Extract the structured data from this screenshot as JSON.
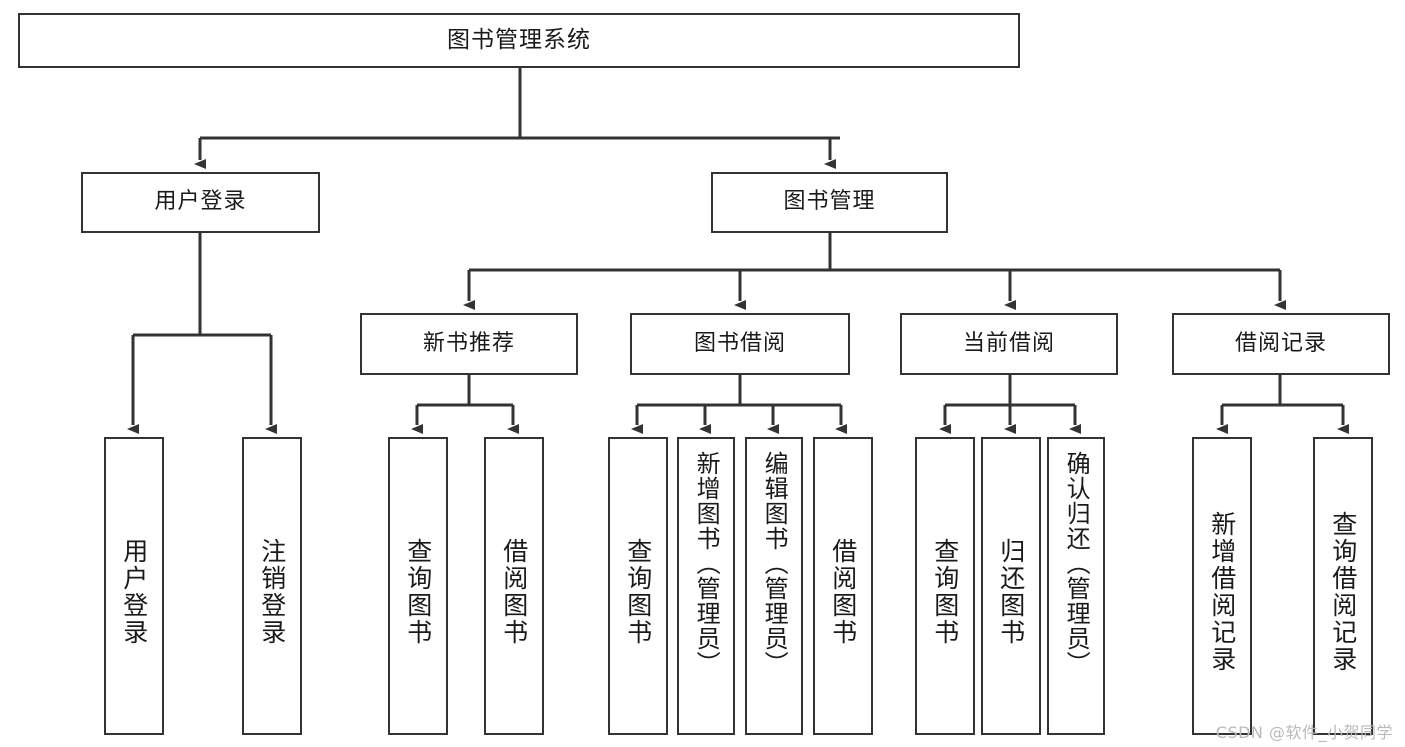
{
  "diagram": {
    "title_node": {
      "label": "图书管理系统"
    },
    "level2": [
      {
        "id": "user-login",
        "label": "用户登录"
      },
      {
        "id": "book-management",
        "label": "图书管理"
      }
    ],
    "level3": [
      {
        "id": "new-book-recommend",
        "label": "新书推荐"
      },
      {
        "id": "book-borrow",
        "label": "图书借阅"
      },
      {
        "id": "current-borrow",
        "label": "当前借阅"
      },
      {
        "id": "borrow-record",
        "label": "借阅记录"
      }
    ],
    "leaves": [
      {
        "id": "user-login-leaf",
        "label": "用户登录"
      },
      {
        "id": "logout-leaf",
        "label": "注销登录"
      },
      {
        "id": "query-book-rec",
        "label": "查询图书"
      },
      {
        "id": "borrow-book-rec",
        "label": "借阅图书"
      },
      {
        "id": "query-book-borrow",
        "label": "查询图书"
      },
      {
        "id": "add-book-admin",
        "label": "新增图书（管理员）"
      },
      {
        "id": "edit-book-admin",
        "label": "编辑图书（管理员）"
      },
      {
        "id": "borrow-book",
        "label": "借阅图书"
      },
      {
        "id": "query-book-current",
        "label": "查询图书"
      },
      {
        "id": "return-book",
        "label": "归还图书"
      },
      {
        "id": "confirm-return-admin",
        "label": "确认归还（管理员）"
      },
      {
        "id": "add-borrow-record",
        "label": "新增借阅记录"
      },
      {
        "id": "query-borrow-record",
        "label": "查询借阅记录"
      }
    ]
  },
  "watermark": {
    "text": "CSDN @软件_小贺同学"
  },
  "colors": {
    "stroke": "#333333",
    "background": "#ffffff",
    "text": "#1a1a1a",
    "watermark": "#b9b9b9"
  }
}
